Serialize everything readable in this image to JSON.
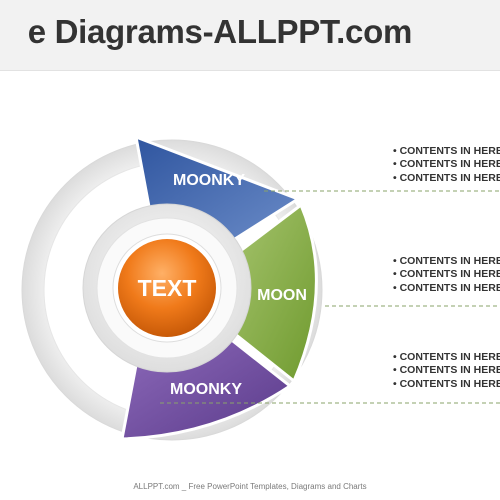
{
  "title": "e Diagrams-ALLPPT.com",
  "center_label": "TEXT",
  "segments": [
    {
      "label": "MOONKY",
      "color": "#3d62a7"
    },
    {
      "label": "MOON",
      "color": "#7faa3c"
    },
    {
      "label": "MOONKY",
      "color": "#6e4a9c"
    }
  ],
  "bullet_groups": [
    {
      "items": [
        "• CONTENTS IN HERE",
        "• CONTENTS IN HERE",
        "• CONTENTS IN HERE"
      ]
    },
    {
      "items": [
        "• CONTENTS IN HERE",
        "• CONTENTS IN HERE",
        "• CONTENTS IN HERE"
      ]
    },
    {
      "items": [
        "• CONTENTS IN HERE",
        "• CONTENTS IN HERE",
        "• CONTENTS IN HERE"
      ]
    }
  ],
  "footer": "ALLPPT.com _ Free PowerPoint Templates, Diagrams and Charts",
  "colors": {
    "center_fill": "#f07a1a",
    "connector_line": "#8aa36a"
  }
}
